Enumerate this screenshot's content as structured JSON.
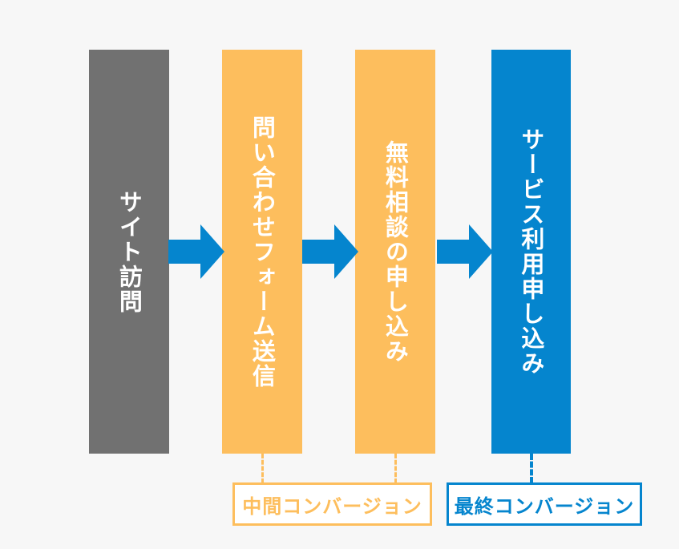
{
  "diagram": {
    "type": "conversion-funnel-flow",
    "background_color": "#f7f7f7",
    "stages": [
      {
        "id": "site-visit",
        "label": "サイト訪問",
        "color": "#717171",
        "conversion_type": null
      },
      {
        "id": "inquiry-form-submit",
        "label": "問い合わせフォーム送信",
        "color": "#fdbe5d",
        "conversion_type": "middle"
      },
      {
        "id": "free-consultation-apply",
        "label": "無料相談の申し込み",
        "color": "#fdbe5d",
        "conversion_type": "middle"
      },
      {
        "id": "service-apply",
        "label": "サービス利用申し込み",
        "color": "#0585ce",
        "conversion_type": "final"
      }
    ],
    "arrows": [
      {
        "id": "arrow-visit-to-form",
        "color": "#0585ce",
        "direction": "right"
      },
      {
        "id": "arrow-form-to-consult",
        "color": "#0585ce",
        "direction": "right"
      },
      {
        "id": "arrow-consult-to-service",
        "color": "#0585ce",
        "direction": "right"
      }
    ],
    "conversion_labels": [
      {
        "id": "middle-conversion",
        "text": "中間コンバージョン",
        "color": "#fdbe5d"
      },
      {
        "id": "final-conversion",
        "text": "最終コンバージョン",
        "color": "#0585ce"
      }
    ]
  }
}
